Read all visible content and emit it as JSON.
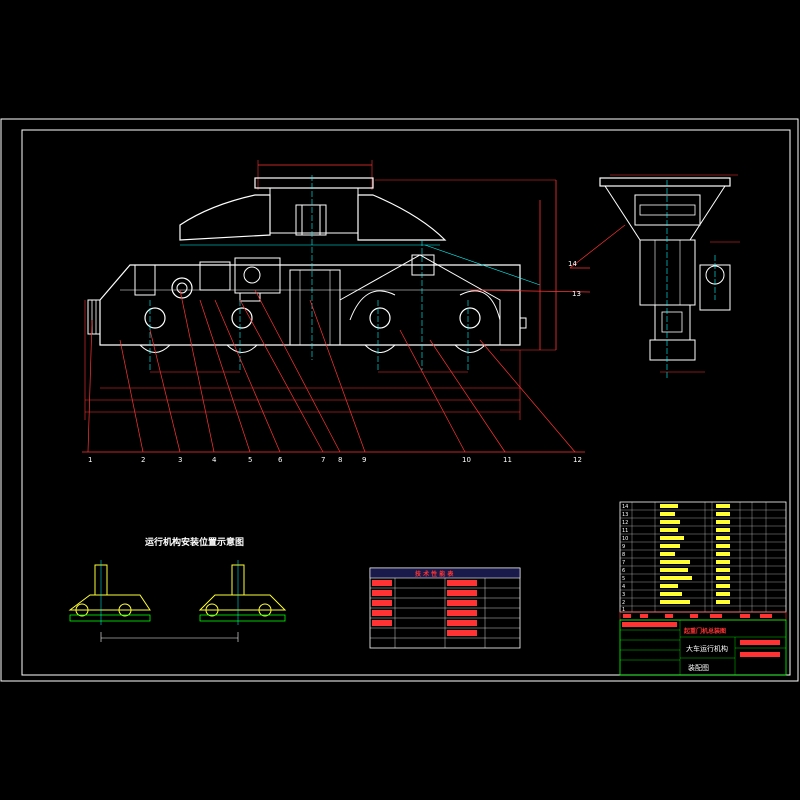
{
  "drawing": {
    "part_callouts": [
      "1",
      "2",
      "3",
      "4",
      "5",
      "6",
      "7",
      "8",
      "9",
      "10",
      "11",
      "12"
    ],
    "side_callouts": [
      "14",
      "13"
    ],
    "subtitle": "运行机构安装位置示意图",
    "tech_table_title": "技 术 性 能 表",
    "title_block": {
      "project": "起重门机总装图",
      "drawing_name": "大车运行机构",
      "drawing_type": "装配图"
    },
    "parts_list_rows": [
      "14",
      "13",
      "12",
      "11",
      "10",
      "9",
      "8",
      "7",
      "6",
      "5",
      "4",
      "3",
      "2",
      "1"
    ]
  },
  "colors": {
    "background": "#000000",
    "frame": "#ffffff",
    "geometry": "#ffffff",
    "centerline": "#00ffff",
    "dimension": "#ff0000",
    "hatch": "#ffff00",
    "table": "#00ff00"
  }
}
